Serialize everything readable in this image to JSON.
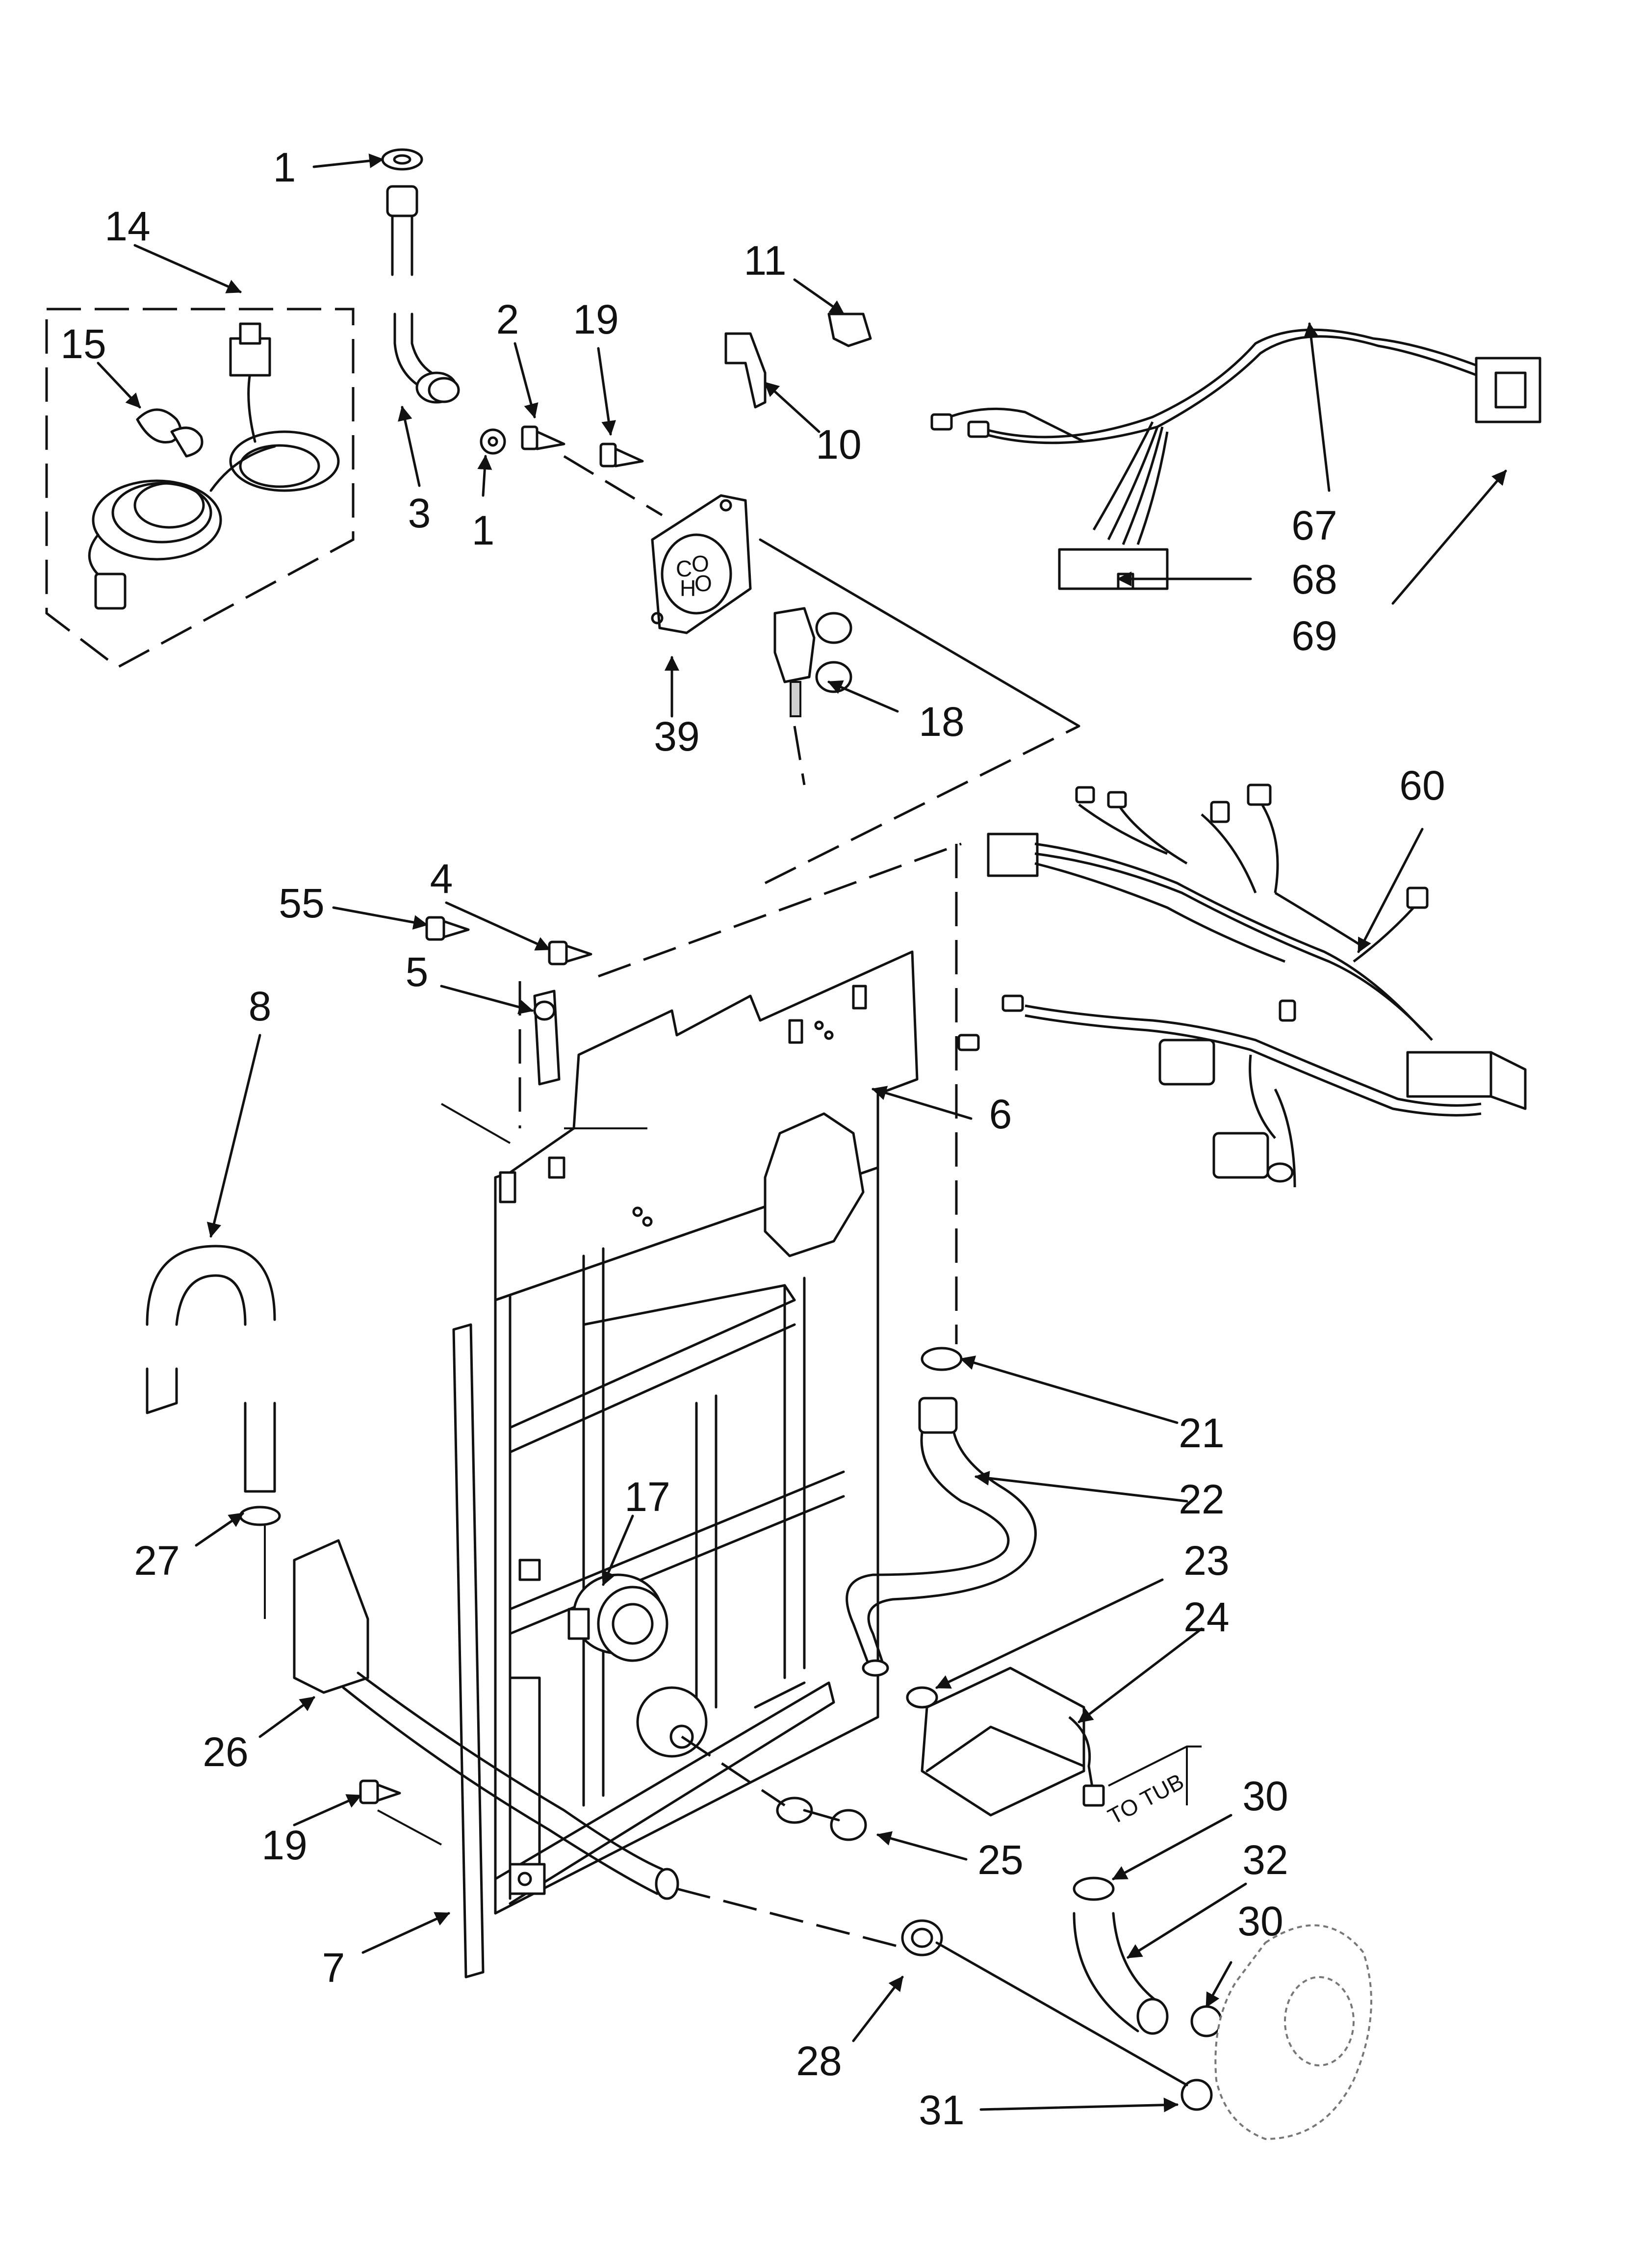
{
  "callouts": [
    "1",
    "14",
    "15",
    "3",
    "1",
    "2",
    "19",
    "11",
    "10",
    "67",
    "68",
    "69",
    "39",
    "18",
    "60",
    "4",
    "55",
    "5",
    "8",
    "6",
    "21",
    "22",
    "17",
    "23",
    "24",
    "27",
    "26",
    "25",
    "19",
    "30",
    "32",
    "30",
    "7",
    "28",
    "31"
  ],
  "valve_text": [
    "C",
    "O",
    "H",
    "O"
  ],
  "tub_text": "TO TUB",
  "colors": {
    "ink": "#111111",
    "paper": "#ffffff",
    "shade": "#cfcfcf"
  }
}
